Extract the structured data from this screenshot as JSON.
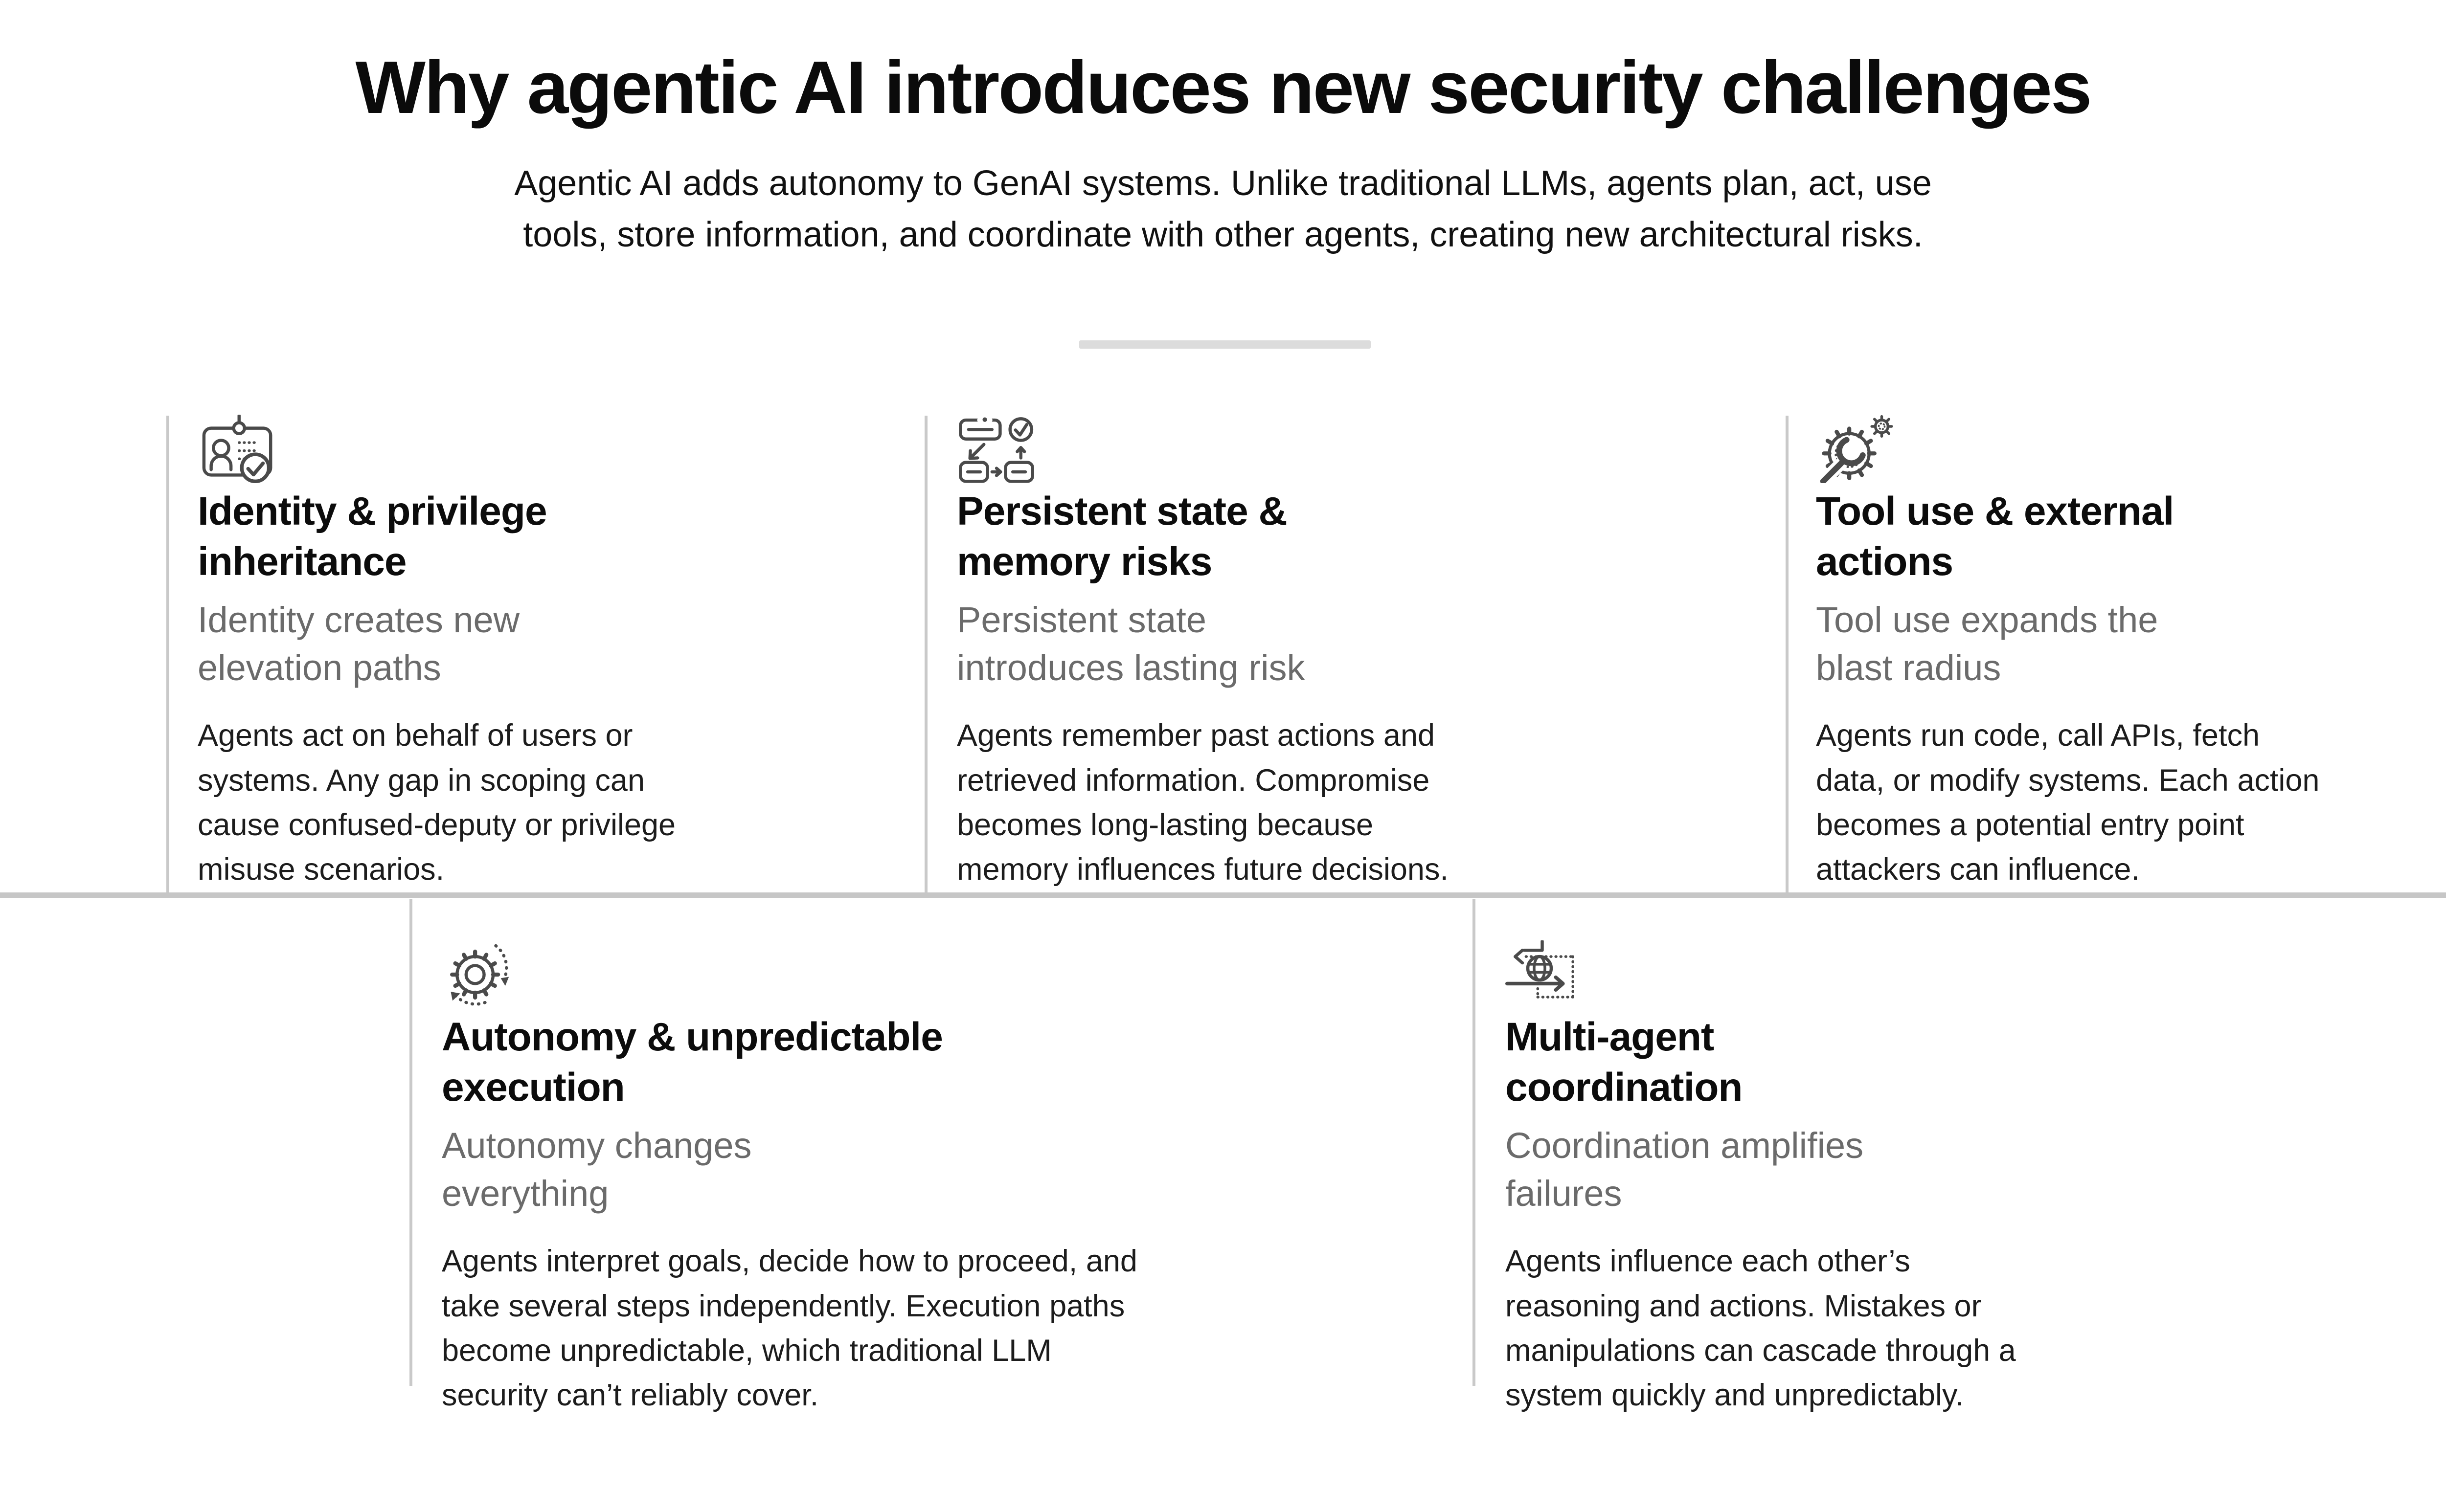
{
  "header": {
    "title": "Why agentic AI introduces new security challenges",
    "subtitle": "Agentic AI adds autonomy to GenAI systems. Unlike traditional LLMs, agents plan, act, use\ntools, store information, and coordinate with other agents, creating new architectural risks."
  },
  "cards": [
    {
      "icon": "id-badge-check-icon",
      "title": "Identity & privilege\ninheritance",
      "subtitle": "Identity creates new\nelevation paths",
      "body": "Agents act on behalf of users or\nsystems. Any gap in scoping can\ncause confused-deputy or privilege\nmisuse scenarios."
    },
    {
      "icon": "workflow-check-icon",
      "title": "Persistent state &\nmemory risks",
      "subtitle": "Persistent state\nintroduces lasting risk",
      "body": "Agents remember past actions and\nretrieved information. Compromise\nbecomes long-lasting because\nmemory influences future decisions."
    },
    {
      "icon": "wrench-gears-icon",
      "title": "Tool use & external\nactions",
      "subtitle": "Tool use expands the\nblast radius",
      "body": "Agents run code, call APIs, fetch\ndata, or modify systems. Each action\nbecomes a potential entry point\nattackers can influence."
    },
    {
      "icon": "gear-rotation-icon",
      "title": "Autonomy & unpredictable\nexecution",
      "subtitle": "Autonomy changes\neverything",
      "body": "Agents interpret goals, decide how to proceed, and\ntake several steps independently. Execution paths\nbecome unpredictable, which traditional LLM\nsecurity can’t reliably cover."
    },
    {
      "icon": "globe-routing-icon",
      "title": "Multi-agent\ncoordination",
      "subtitle": "Coordination amplifies\nfailures",
      "body": "Agents influence each other’s\nreasoning and actions. Mistakes or\nmanipulations can cascade through a\nsystem quickly and unpredictably."
    }
  ],
  "colors": {
    "background": "#ffffff",
    "title_text": "#0b0b0b",
    "body_text": "#1c1c1c",
    "subtitle_gray": "#6b6b6b",
    "icon_stroke": "#4a4a4a",
    "divider_gray": "#c9c9c9",
    "band_gray": "#c6c6c6",
    "header_rule_gray": "#dcdcdc"
  }
}
